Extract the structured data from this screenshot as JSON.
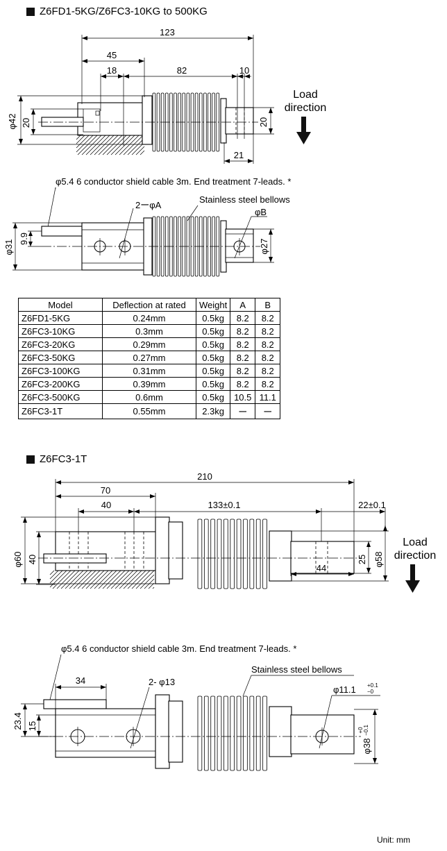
{
  "section1": {
    "heading": "Z6FD1-5KG/Z6FC3-10KG to 500KG",
    "dims": {
      "overall": "123",
      "d45": "45",
      "d18": "18",
      "d82": "82",
      "d10": "10",
      "phi42": "φ42",
      "h20_left": "20",
      "h20_right": "20",
      "d21": "21",
      "phi31": "φ31",
      "d9_9": "9.9",
      "phi27": "φ27"
    },
    "load_direction": [
      "Load",
      "direction"
    ],
    "cable_note": "φ5.4 6 conductor shield cable 3m. End treatment 7-leads. *",
    "holes_label": "2ーφA",
    "bellows_label": "Stainless steel bellows",
    "phiB": "φB"
  },
  "table": {
    "headers": [
      "Model",
      "Deflection at rated",
      "Weight",
      "A",
      "B"
    ],
    "rows": [
      [
        "Z6FD1-5KG",
        "0.24mm",
        "0.5kg",
        "8.2",
        "8.2"
      ],
      [
        "Z6FC3-10KG",
        "0.3mm",
        "0.5kg",
        "8.2",
        "8.2"
      ],
      [
        "Z6FC3-20KG",
        "0.29mm",
        "0.5kg",
        "8.2",
        "8.2"
      ],
      [
        "Z6FC3-50KG",
        "0.27mm",
        "0.5kg",
        "8.2",
        "8.2"
      ],
      [
        "Z6FC3-100KG",
        "0.31mm",
        "0.5kg",
        "8.2",
        "8.2"
      ],
      [
        "Z6FC3-200KG",
        "0.39mm",
        "0.5kg",
        "8.2",
        "8.2"
      ],
      [
        "Z6FC3-500KG",
        "0.6mm",
        "0.5kg",
        "10.5",
        "11.1"
      ],
      [
        "Z6FC3-1T",
        "0.55mm",
        "2.3kg",
        "ー",
        "ー"
      ]
    ]
  },
  "section2": {
    "heading": "Z6FC3-1T",
    "dims": {
      "overall": "210",
      "d70": "70",
      "d40": "40",
      "d133": "133±0.1",
      "d22": "22±0.1",
      "phi60": "φ60",
      "h40": "40",
      "h25": "25",
      "phi58": "φ58",
      "d44": "44",
      "d34": "34",
      "d23_4": "23.4",
      "h15": "15",
      "phi38": "φ38",
      "phi38_tol_upper": "+0",
      "phi38_tol_lower": "−0.1"
    },
    "load_direction": [
      "Load",
      "direction"
    ],
    "cable_note": "φ5.4 6 conductor shield cable 3m. End treatment 7-leads. *",
    "holes_label": "2- φ13",
    "bellows_label": "Stainless steel bellows",
    "phi11": "φ11.1",
    "phi11_tol_upper": "+0.1",
    "phi11_tol_lower": "−0"
  },
  "unit_label": "Unit: mm"
}
